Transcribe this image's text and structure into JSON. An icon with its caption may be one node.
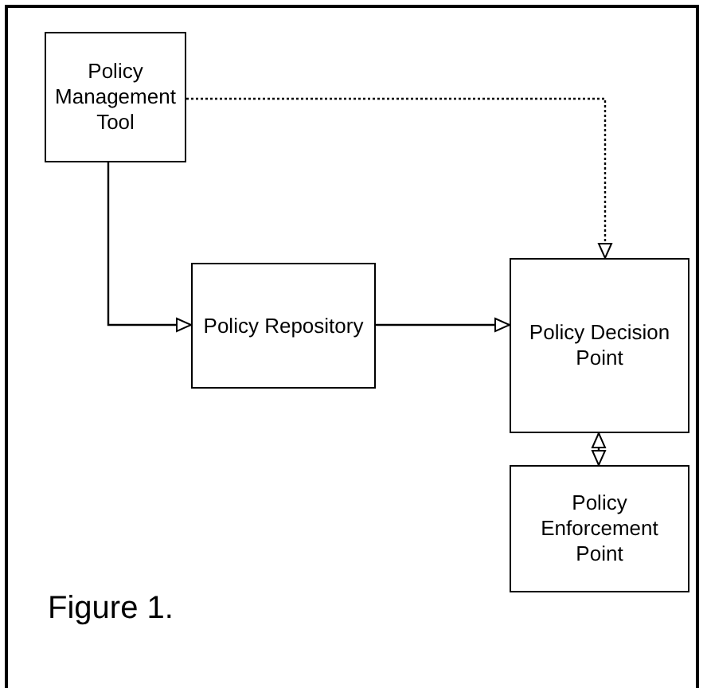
{
  "diagram": {
    "caption": "Figure 1.",
    "nodes": [
      {
        "text": [
          "Policy Management Tool"
        ]
      },
      {
        "text": [
          "Policy Repository"
        ]
      },
      {
        "text": [
          "Policy Decision Point"
        ]
      },
      {
        "text": [
          "Policy Enforcement Point"
        ]
      }
    ],
    "edges": [
      {
        "from": 0,
        "to": 1,
        "arrow": "to"
      },
      {
        "from": 1,
        "to": 2,
        "arrow": "to"
      },
      {
        "from": 0,
        "to": 2,
        "arrow": "to",
        "style": "dashed"
      },
      {
        "from": 2,
        "to": 3,
        "arrow": "both"
      }
    ]
  }
}
